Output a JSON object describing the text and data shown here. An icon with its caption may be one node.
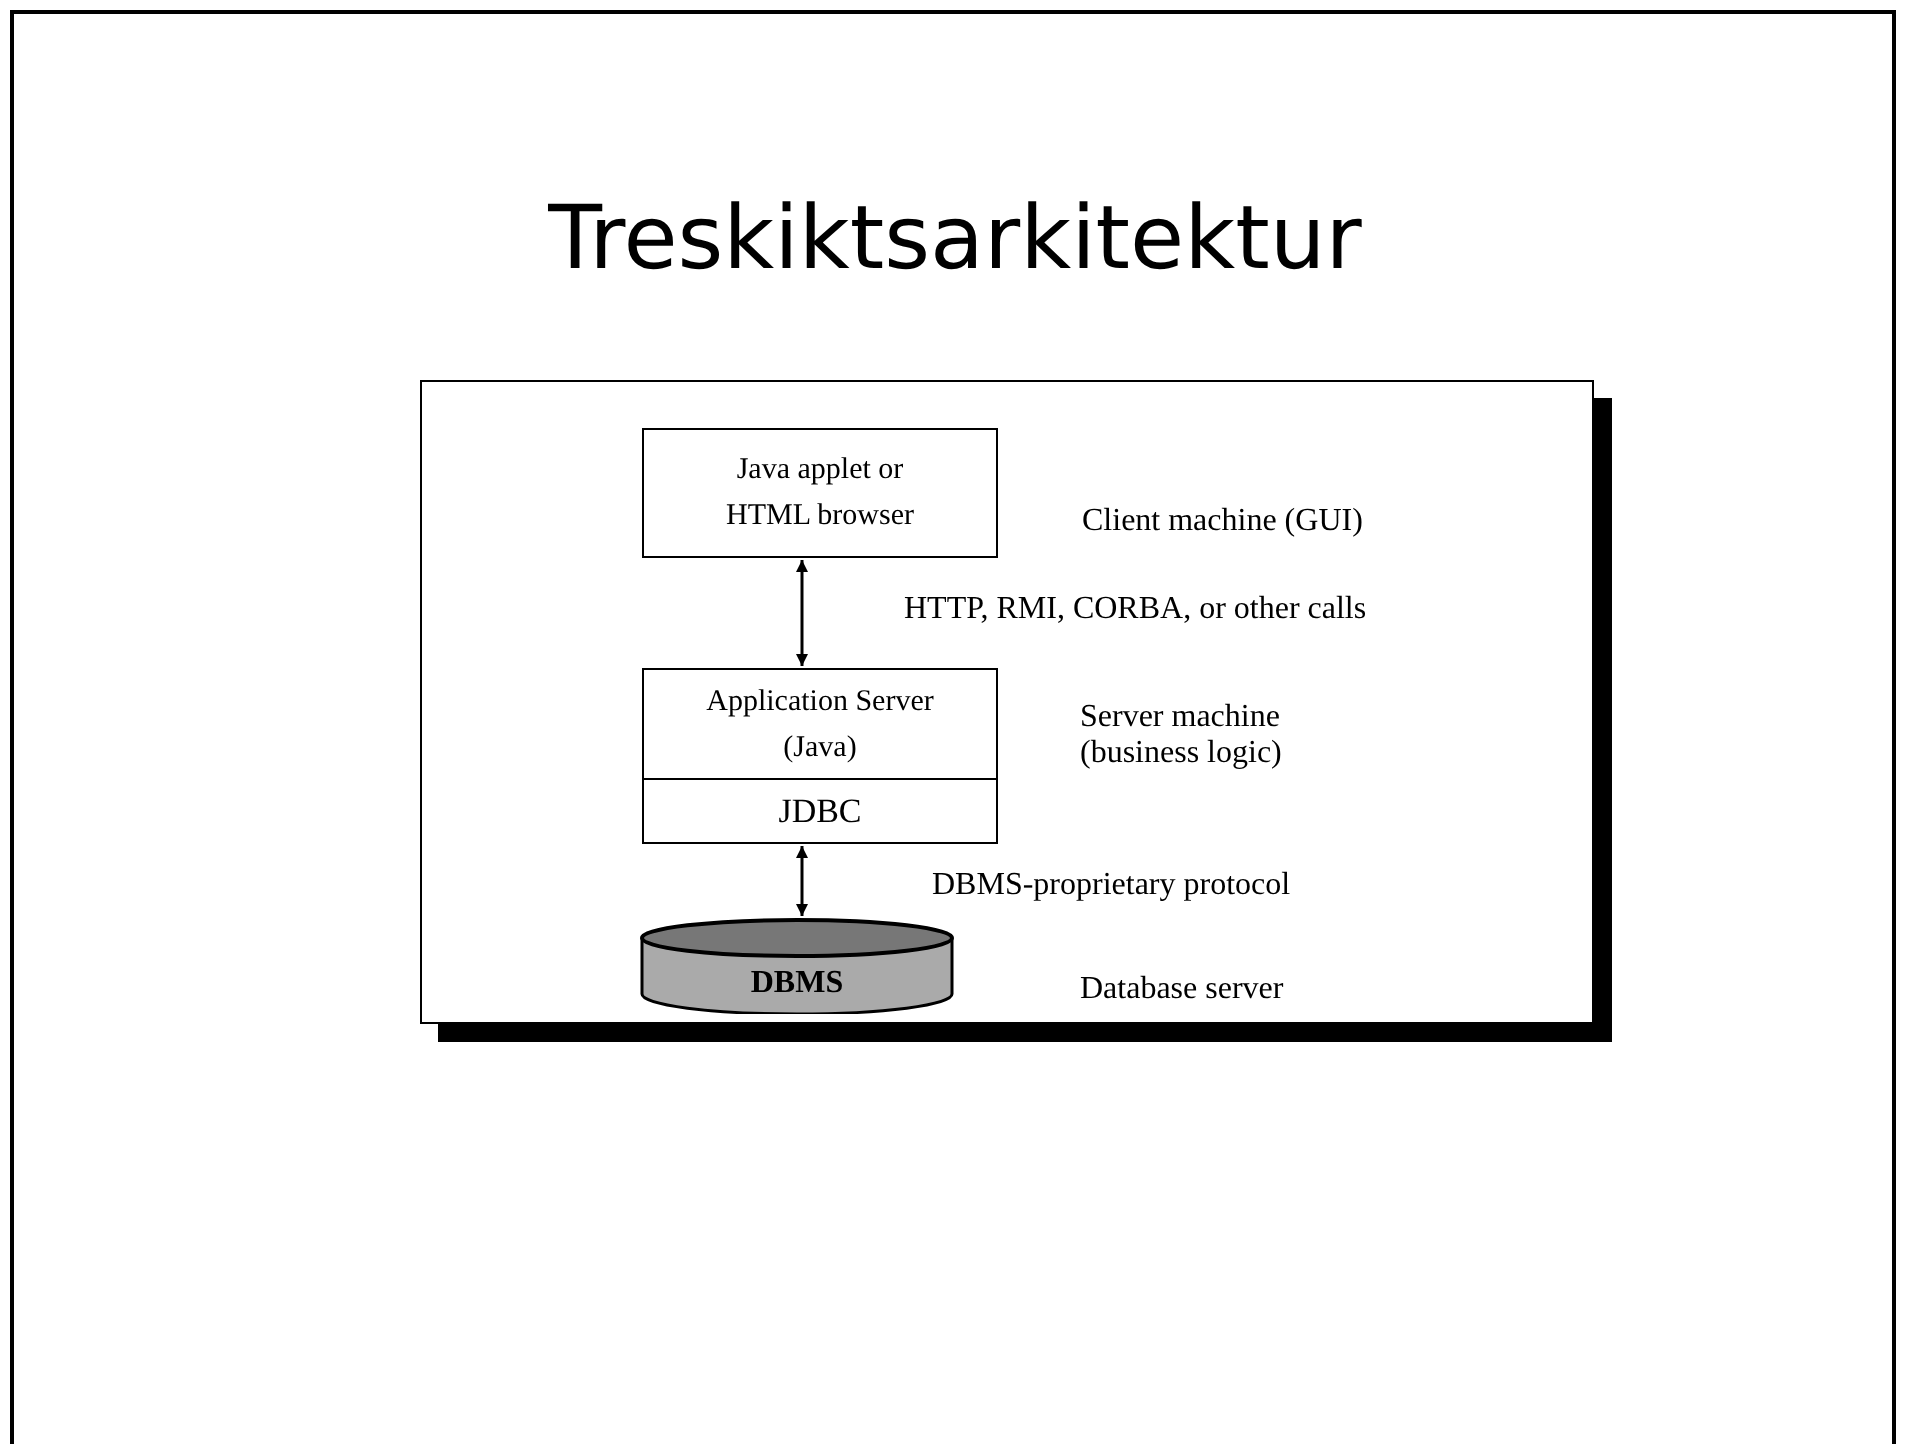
{
  "diagram": {
    "title": "Treskiktsarkitektur",
    "nodes": [
      {
        "text": [
          "Java applet or HTML browser"
        ],
        "beside": [
          "Client machine (GUI)"
        ]
      },
      {
        "text": [
          "Application Server (Java)"
        ],
        "beside": [
          "Server machine (business logic)"
        ]
      },
      {
        "text": [
          "JDBC"
        ]
      },
      {
        "text": [
          "DBMS"
        ]
      }
    ],
    "edges": [
      {
        "from": 0,
        "to": 1,
        "arrow": "both",
        "label": "HTTP, RMI, CORBA, or other calls"
      },
      {
        "from": 2,
        "to": 3,
        "arrow": "both",
        "label": "DBMS-proprietary protocol"
      }
    ],
    "labels": [
      "Database server"
    ]
  }
}
